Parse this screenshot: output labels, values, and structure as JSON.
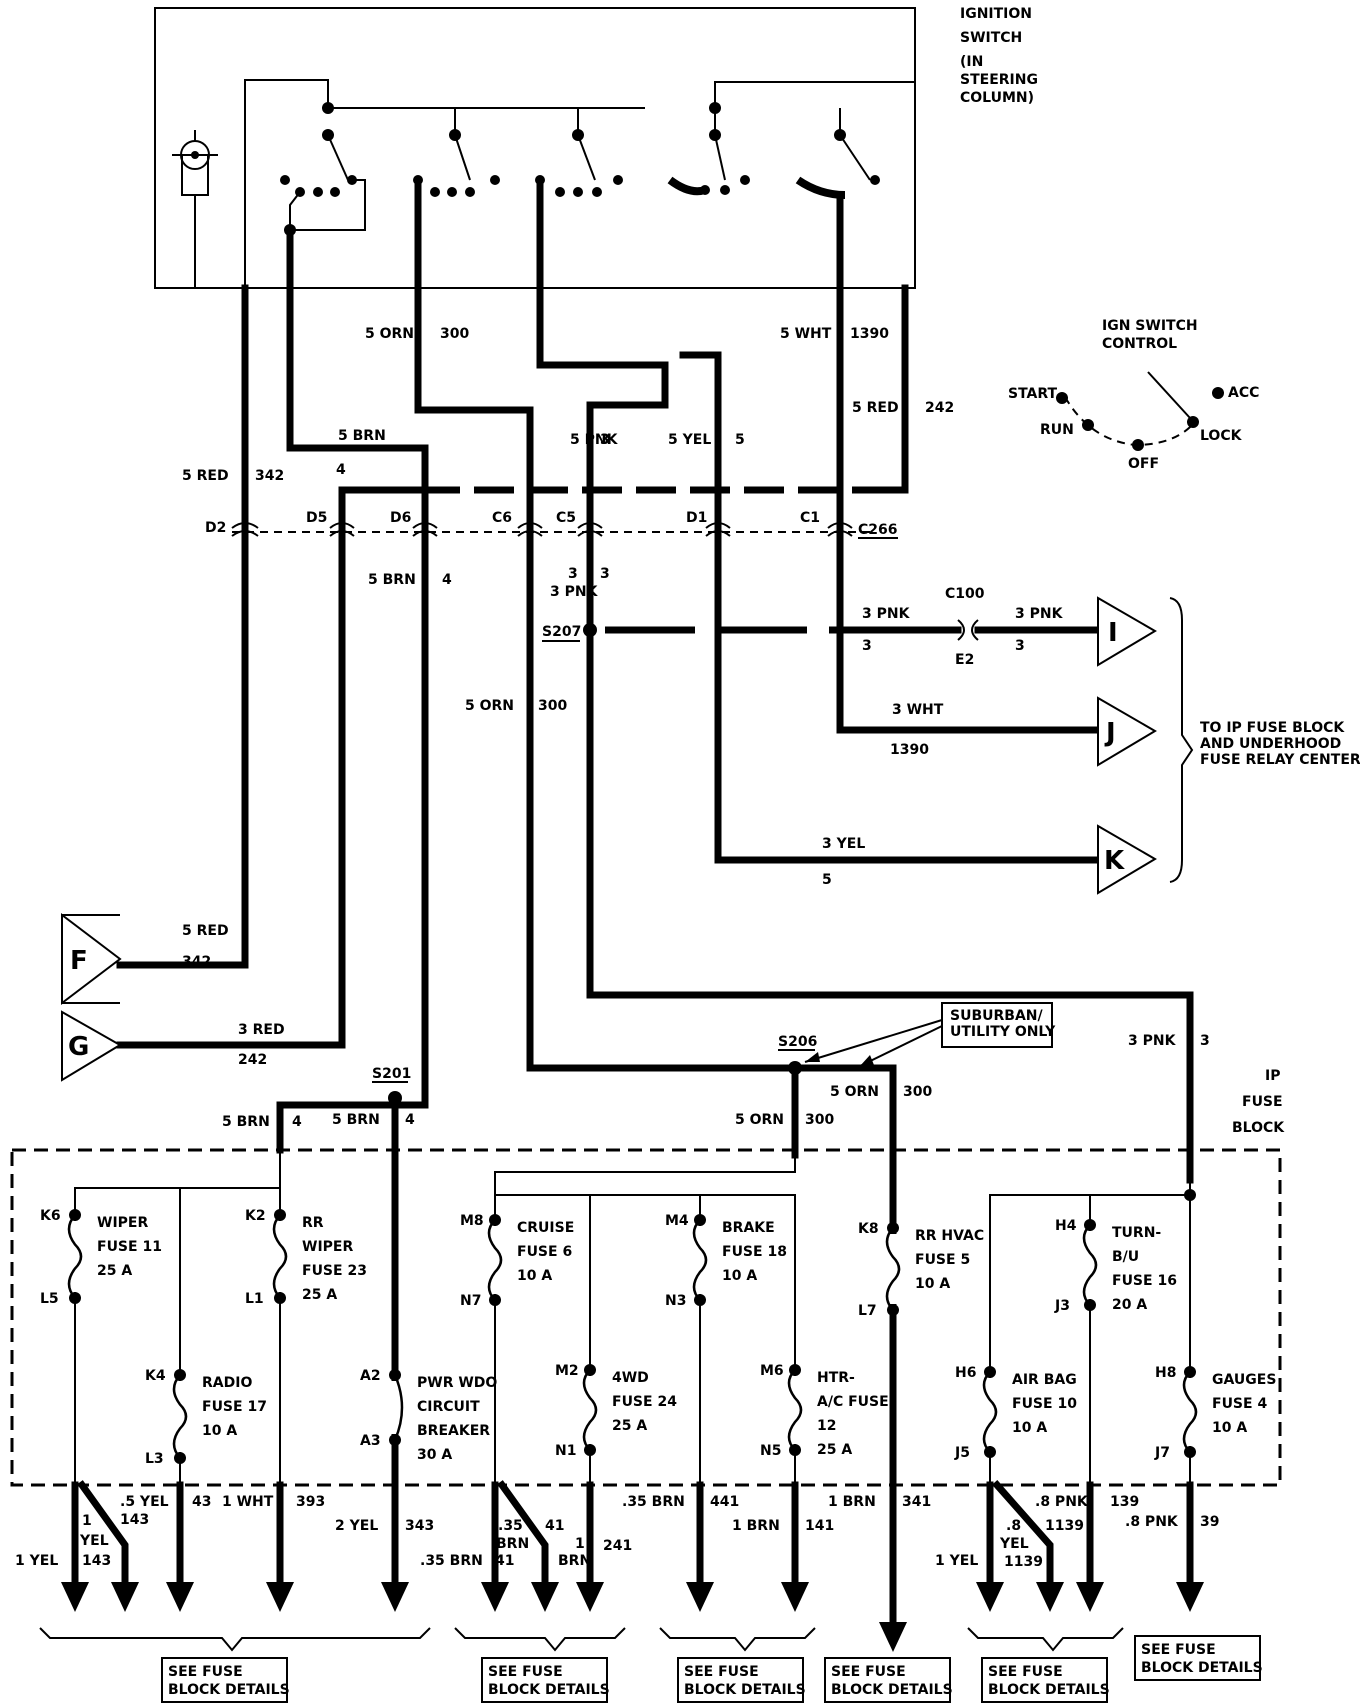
{
  "ignition_switch": {
    "label_lines": [
      "IGNITION",
      "SWITCH",
      "(IN",
      "STEERING",
      "COLUMN)"
    ]
  },
  "ign_switch_control": {
    "title_lines": [
      "IGN SWITCH",
      "CONTROL"
    ],
    "positions": {
      "start": "START",
      "run": "RUN",
      "off": "OFF",
      "lock": "LOCK",
      "acc": "ACC"
    }
  },
  "connectors": {
    "c266": "C266",
    "c100": "C100",
    "e2": "E2",
    "pins": {
      "d2": "D2",
      "d5": "D5",
      "d6": "D6",
      "c6": "C6",
      "c5": "C5",
      "d1": "D1",
      "c1": "C1"
    }
  },
  "splices": {
    "s207": "S207",
    "s206": "S206",
    "s201": "S201"
  },
  "wires_top": [
    {
      "id": "orn300",
      "color": "5 ORN",
      "circuit": "300"
    },
    {
      "id": "wht1390",
      "color": "5 WHT",
      "circuit": "1390"
    },
    {
      "id": "red242",
      "color": "5 RED",
      "circuit": "242"
    },
    {
      "id": "brn",
      "color": "5 BRN",
      "circuit": "4"
    },
    {
      "id": "pnk",
      "color": "5 PNK",
      "circuit": "3"
    },
    {
      "id": "yel",
      "color": "5 YEL",
      "circuit": "5"
    },
    {
      "id": "red342",
      "color": "5 RED",
      "circuit": "342"
    }
  ],
  "wires_mid": [
    {
      "id": "brn_below",
      "color": "5 BRN",
      "circuit": "4"
    },
    {
      "id": "pnk_below",
      "color": "3 PNK",
      "circuit": "3"
    },
    {
      "id": "pnk_c100_left",
      "color": "3 PNK",
      "circuit": "3"
    },
    {
      "id": "pnk_c100_right",
      "color": "3 PNK",
      "circuit": "3"
    },
    {
      "id": "wht_j",
      "color": "3 WHT",
      "circuit": "1390"
    },
    {
      "id": "orn_mid",
      "color": "5 ORN",
      "circuit": "300"
    },
    {
      "id": "yel_k",
      "color": "3 YEL",
      "circuit": "5"
    },
    {
      "id": "red_f",
      "color": "5 RED",
      "circuit": "342"
    },
    {
      "id": "red_g",
      "color": "3 RED",
      "circuit": "242"
    },
    {
      "id": "pnk_ip",
      "color": "3 PNK",
      "circuit": "3"
    },
    {
      "id": "orn_s206_right",
      "color": "5 ORN",
      "circuit": "300"
    },
    {
      "id": "orn_s206_down",
      "color": "5 ORN",
      "circuit": "300"
    },
    {
      "id": "brn_s201_left",
      "color": "5 BRN",
      "circuit": "4"
    },
    {
      "id": "brn_s201_right",
      "color": "5 BRN",
      "circuit": "4"
    }
  ],
  "terminals": {
    "i": "I",
    "j": "J",
    "k": "K",
    "f": "F",
    "g": "G"
  },
  "to_ip_fuse_lines": [
    "TO IP FUSE BLOCK",
    "AND UNDERHOOD",
    "FUSE RELAY CENTER"
  ],
  "suburban_lines": [
    "SUBURBAN/",
    "UTILITY ONLY"
  ],
  "ip_fuse_block_lines": [
    "IP",
    "FUSE",
    "BLOCK"
  ],
  "fuses": [
    {
      "id": "wiper",
      "top": "K6",
      "bottom": "L5",
      "lines": [
        "WIPER",
        "FUSE 11",
        "25 A"
      ]
    },
    {
      "id": "rrwiper",
      "top": "K2",
      "bottom": "L1",
      "lines": [
        "RR",
        "WIPER",
        "FUSE 23",
        "25 A"
      ]
    },
    {
      "id": "radio",
      "top": "K4",
      "bottom": "L3",
      "lines": [
        "RADIO",
        "FUSE 17",
        "10 A"
      ]
    },
    {
      "id": "pwrwdo",
      "top": "A2",
      "bottom": "A3",
      "lines": [
        "PWR WDO",
        "CIRCUIT",
        "BREAKER",
        "30 A"
      ]
    },
    {
      "id": "cruise",
      "top": "M8",
      "bottom": "N7",
      "lines": [
        "CRUISE",
        "FUSE 6",
        "10 A"
      ]
    },
    {
      "id": "fwd",
      "top": "M2",
      "bottom": "N1",
      "lines": [
        "4WD",
        "FUSE 24",
        "25 A"
      ]
    },
    {
      "id": "brake",
      "top": "M4",
      "bottom": "N3",
      "lines": [
        "BRAKE",
        "FUSE 18",
        "10 A"
      ]
    },
    {
      "id": "htrac",
      "top": "M6",
      "bottom": "N5",
      "lines": [
        "HTR-",
        "A/C FUSE",
        "12",
        "25 A"
      ]
    },
    {
      "id": "rrhvac",
      "top": "K8",
      "bottom": "L7",
      "lines": [
        "RR HVAC",
        "FUSE 5",
        "10 A"
      ]
    },
    {
      "id": "airbag",
      "top": "H6",
      "bottom": "J5",
      "lines": [
        "AIR BAG",
        "FUSE 10",
        "10 A"
      ]
    },
    {
      "id": "turnbu",
      "top": "H4",
      "bottom": "J3",
      "lines": [
        "TURN-",
        "B/U",
        "FUSE 16",
        "20 A"
      ]
    },
    {
      "id": "gauges",
      "top": "H8",
      "bottom": "J7",
      "lines": [
        "GAUGES",
        "FUSE 4",
        "10 A"
      ]
    }
  ],
  "outputs": {
    "w1": [
      "1 YEL"
    ],
    "w2": [
      "1",
      "YEL",
      "143"
    ],
    "w3": [
      ".5 YEL",
      "143"
    ],
    "w4": [
      "43"
    ],
    "w5": [
      "1 WHT",
      "393"
    ],
    "w6": [
      "2 YEL",
      "343"
    ],
    "w7": [
      ".35 BRN",
      "41"
    ],
    "w8": [
      ".35",
      "BRN",
      "41"
    ],
    "w9": [
      "1",
      "BRN"
    ],
    "w10": [
      "241"
    ],
    "w11": [
      ".35 BRN",
      "441"
    ],
    "w12": [
      "1 BRN",
      "141"
    ],
    "w13": [
      "1 BRN",
      "341"
    ],
    "w14": [
      "1 YEL"
    ],
    "w15": [
      ".8",
      "YEL",
      "1139"
    ],
    "w16": [
      ".8 PNK",
      "1139"
    ],
    "w17": [
      "139"
    ],
    "w18": [
      ".8 PNK",
      "39"
    ]
  },
  "see_fuse_lines": [
    "SEE FUSE",
    "BLOCK DETAILS"
  ]
}
